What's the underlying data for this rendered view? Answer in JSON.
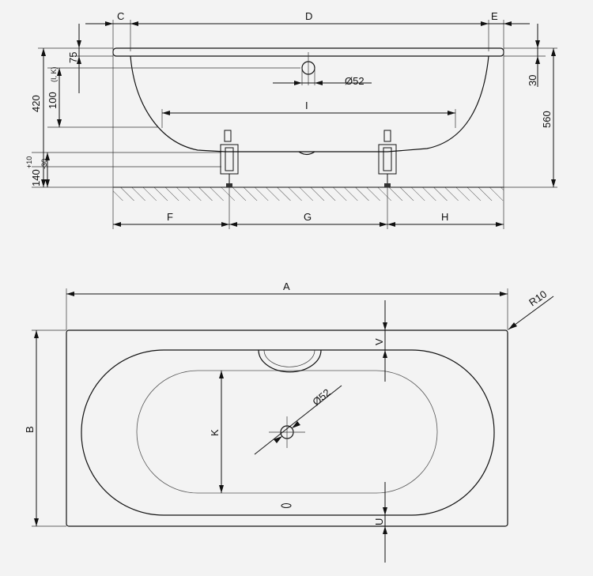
{
  "side_view": {
    "labels": {
      "C": "C",
      "D": "D",
      "E": "E",
      "dia_overflow": "Ø52",
      "I": "I",
      "dim_75": "75",
      "dim_420": "420",
      "dim_100": "100",
      "dim_100_note": "(I, K)",
      "dim_plus10": "+10",
      "dim_140": "140",
      "dim_minus30": "-30",
      "dim_30": "30",
      "dim_560": "560",
      "F": "F",
      "G": "G",
      "H": "H"
    }
  },
  "top_view": {
    "labels": {
      "A": "A",
      "R10": "R10",
      "V": "V",
      "B": "B",
      "K": "K",
      "dia_drain": "Ø52",
      "U": "U"
    }
  }
}
